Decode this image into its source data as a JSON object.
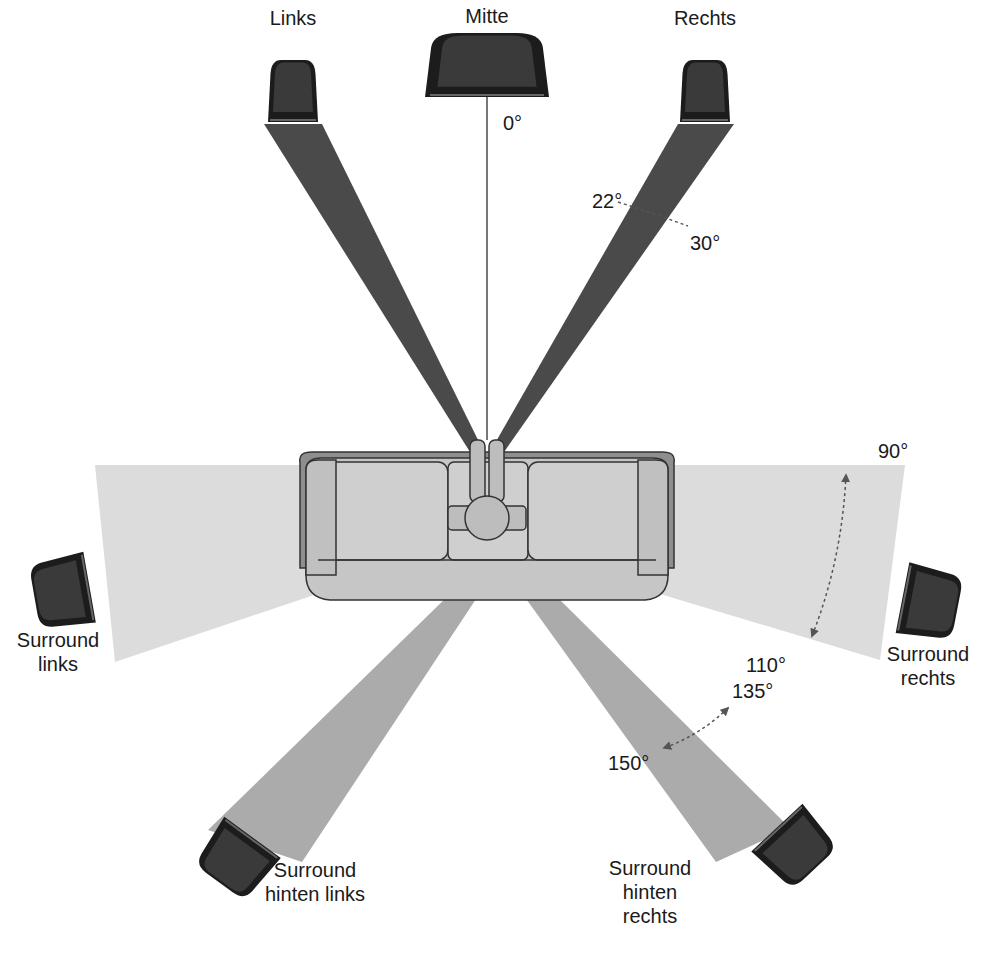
{
  "diagram": {
    "nodes": [
      {
        "text": [
          "Links"
        ]
      },
      {
        "text": [
          "Mitte"
        ]
      },
      {
        "text": [
          "Rechts"
        ]
      },
      {
        "text": [
          "Surround links"
        ]
      },
      {
        "text": [
          "Surround rechts"
        ]
      },
      {
        "text": [
          "Surround hinten links"
        ]
      },
      {
        "text": [
          "Surround hinten rechts"
        ]
      }
    ],
    "labels": [
      "0°",
      "22°",
      "30°",
      "90°",
      "110°",
      "135°",
      "150°"
    ]
  }
}
